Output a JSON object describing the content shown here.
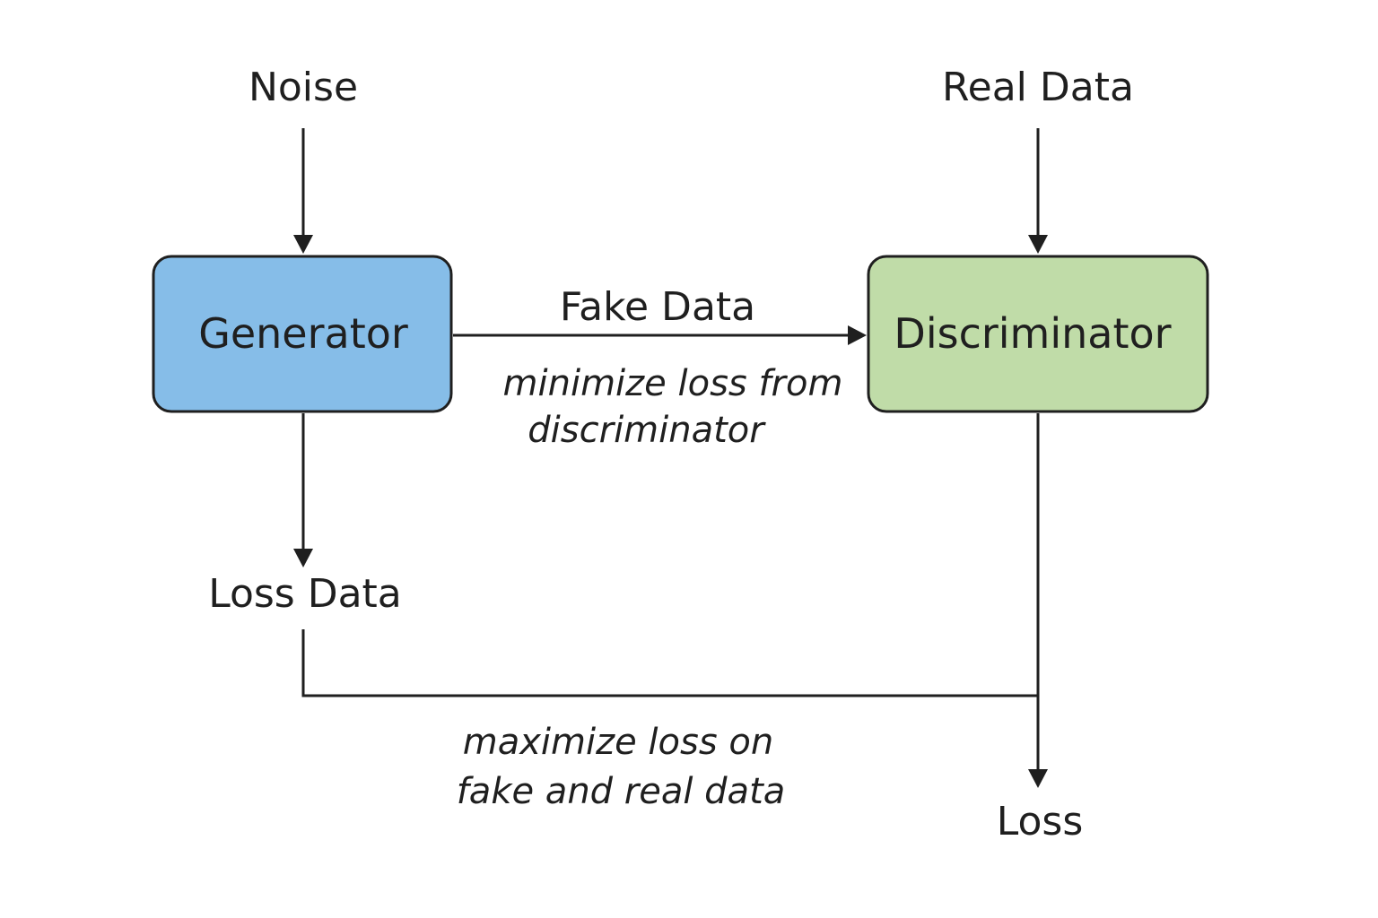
{
  "inputs": {
    "noise": "Noise",
    "real_data": "Real Data"
  },
  "nodes": {
    "generator": {
      "label": "Generator",
      "color": "#86bde8"
    },
    "discriminator": {
      "label": "Discriminator",
      "color": "#c0dca8"
    }
  },
  "edges": {
    "fake_data": "Fake Data",
    "generator_objective": [
      "minimize loss from",
      "discriminator"
    ],
    "discriminator_objective": [
      "maximize loss on",
      "fake and real data"
    ]
  },
  "outputs": {
    "loss_data": "Loss Data",
    "loss": "Loss"
  }
}
